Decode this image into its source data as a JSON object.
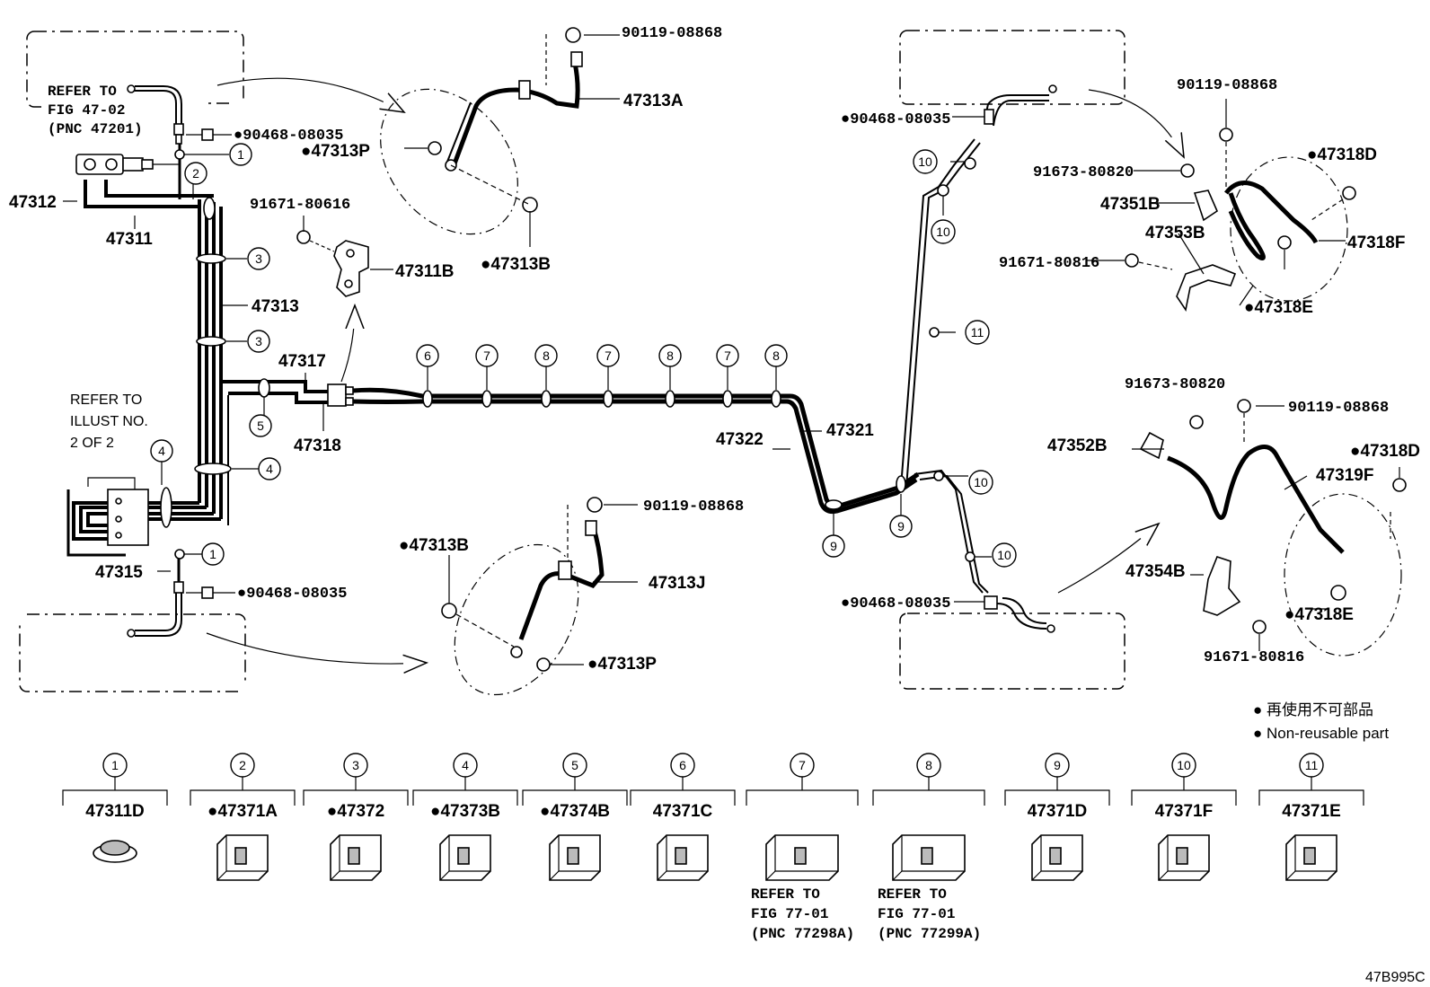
{
  "drawing_id": "47B995C",
  "refer_boxes": {
    "fig4702": [
      "REFER TO",
      "FIG 47-02",
      "(PNC 47201)"
    ],
    "illust": [
      "REFER TO",
      "ILLUST NO.",
      "2 OF 2"
    ],
    "fig7701a": [
      "REFER TO",
      "FIG 77-01",
      "(PNC 77298A)"
    ],
    "fig7701b": [
      "REFER TO",
      "FIG 77-01",
      "(PNC 77299A)"
    ]
  },
  "labels": {
    "p90119_a": "90119-08868",
    "p47313A": "47313A",
    "p90468_a": "●90468-08035",
    "p47313P_a": "●47313P",
    "p47312": "47312",
    "p47311": "47311",
    "p91671_80616": "91671-80616",
    "p47311B": "47311B",
    "p47313B_a": "●47313B",
    "p47313": "47313",
    "p47317": "47317",
    "p47318": "47318",
    "p47315": "47315",
    "p90468_b": "●90468-08035",
    "p90119_b": "90119-08868",
    "p47313B_b": "●47313B",
    "p47313J": "47313J",
    "p47313P_b": "●47313P",
    "p47322": "47322",
    "p47321": "47321",
    "p90468_c": "●90468-08035",
    "p90468_d": "●90468-08035",
    "p90119_c": "90119-08868",
    "p91673_a": "91673-80820",
    "p47318D_a": "●47318D",
    "p47351B": "47351B",
    "p47353B": "47353B",
    "p47318F": "47318F",
    "p91671_80816_a": "91671-80816",
    "p47318E_a": "●47318E",
    "p91673_b": "91673-80820",
    "p90119_d": "90119-08868",
    "p47352B": "47352B",
    "p47318D_b": "●47318D",
    "p47319F": "47319F",
    "p47354B": "47354B",
    "p47318E_b": "●47318E",
    "p91671_80816_b": "91671-80816"
  },
  "legend": {
    "jp": "● 再使用不可部品",
    "en": "● Non-reusable part"
  },
  "clamp_catalog": [
    {
      "num": "1",
      "part": "47311D"
    },
    {
      "num": "2",
      "part": "●47371A"
    },
    {
      "num": "3",
      "part": "●47372"
    },
    {
      "num": "4",
      "part": "●47373B"
    },
    {
      "num": "5",
      "part": "●47374B"
    },
    {
      "num": "6",
      "part": "47371C"
    },
    {
      "num": "7",
      "part": ""
    },
    {
      "num": "8",
      "part": ""
    },
    {
      "num": "9",
      "part": "47371D"
    },
    {
      "num": "10",
      "part": "47371F"
    },
    {
      "num": "11",
      "part": "47371E"
    }
  ],
  "diagram_callouts": {
    "c1a": "1",
    "c2": "2",
    "c3a": "3",
    "c3b": "3",
    "c4a": "4",
    "c4b": "4",
    "c5": "5",
    "c1b": "1",
    "c6": "6",
    "c7a": "7",
    "c8a": "8",
    "c7b": "7",
    "c8b": "8",
    "c7c": "7",
    "c8c": "8",
    "c9a": "9",
    "c9b": "9",
    "c10a": "10",
    "c10b": "10",
    "c11": "11",
    "c10c": "10",
    "c10d": "10"
  }
}
